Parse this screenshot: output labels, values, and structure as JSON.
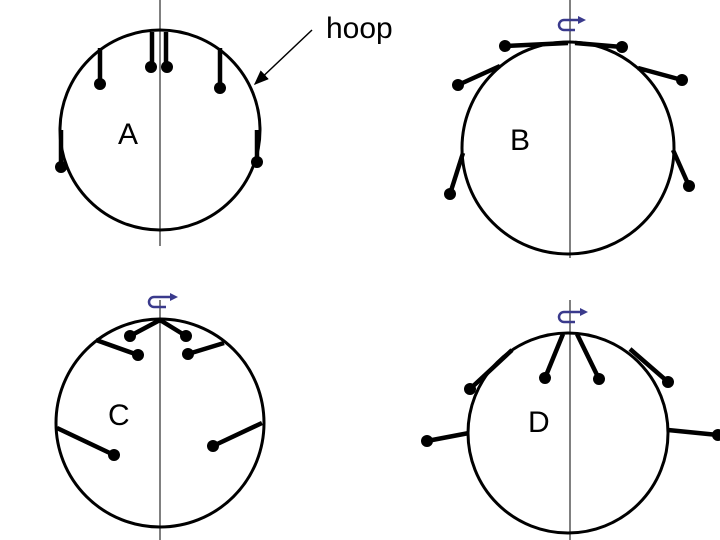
{
  "diagram": {
    "annotation": "hoop",
    "panels": [
      {
        "label": "A"
      },
      {
        "label": "B"
      },
      {
        "label": "C"
      },
      {
        "label": "D"
      }
    ]
  }
}
